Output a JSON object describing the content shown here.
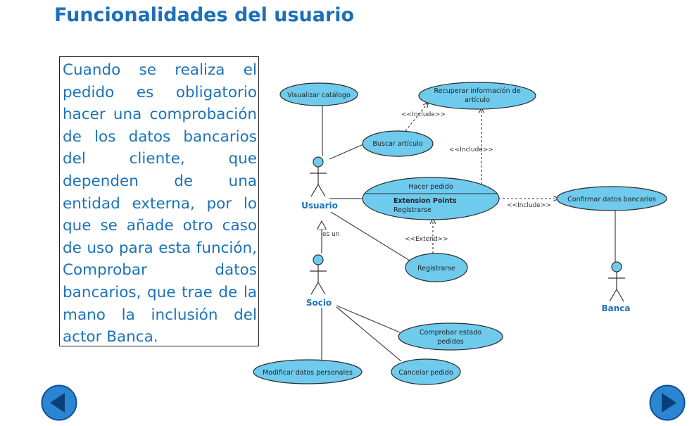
{
  "page": {
    "title": "Funcionalidades del usuario"
  },
  "description": "Cuando se realiza el pedido es obligatorio hacer una comprobación de los datos bancarios del cliente, que dependen de una entidad externa, por lo que se añade otro caso de uso para esta función, Comprobar datos bancarios, que trae de la mano la inclusión del actor Banca.",
  "diagram": {
    "actors": {
      "usuario": "Usuario",
      "socio": "Socio",
      "banca": "Banca"
    },
    "use_cases": {
      "visualizar": "Visualizar catálogo",
      "recuperar_1": "Recuperar información de",
      "recuperar_2": "artículo",
      "buscar": "Buscar artículo",
      "hacer_pedido": "Hacer pedido",
      "extension_points": "Extension Points",
      "registrarse_ep": "Registrarse",
      "confirmar": "Confirmar datos bancarios",
      "registrarse": "Registrarse",
      "comprobar_1": "Comprobar estado",
      "comprobar_2": "pedidos",
      "cancelar": "Cancelar pedido",
      "modificar": "Modificar datos personales"
    },
    "relations": {
      "include_1": "<<Include>>",
      "include_2": "<<Include>>",
      "include_3": "<<Include>>",
      "extend": "<<Extend>>",
      "generalization": "es un"
    },
    "colors": {
      "use_case_fill": "#6ecbee",
      "actor_label": "#1b73b8",
      "title": "#1c70b8"
    }
  },
  "navigation": {
    "prev_icon": "arrow-left-icon",
    "next_icon": "arrow-right-icon"
  }
}
